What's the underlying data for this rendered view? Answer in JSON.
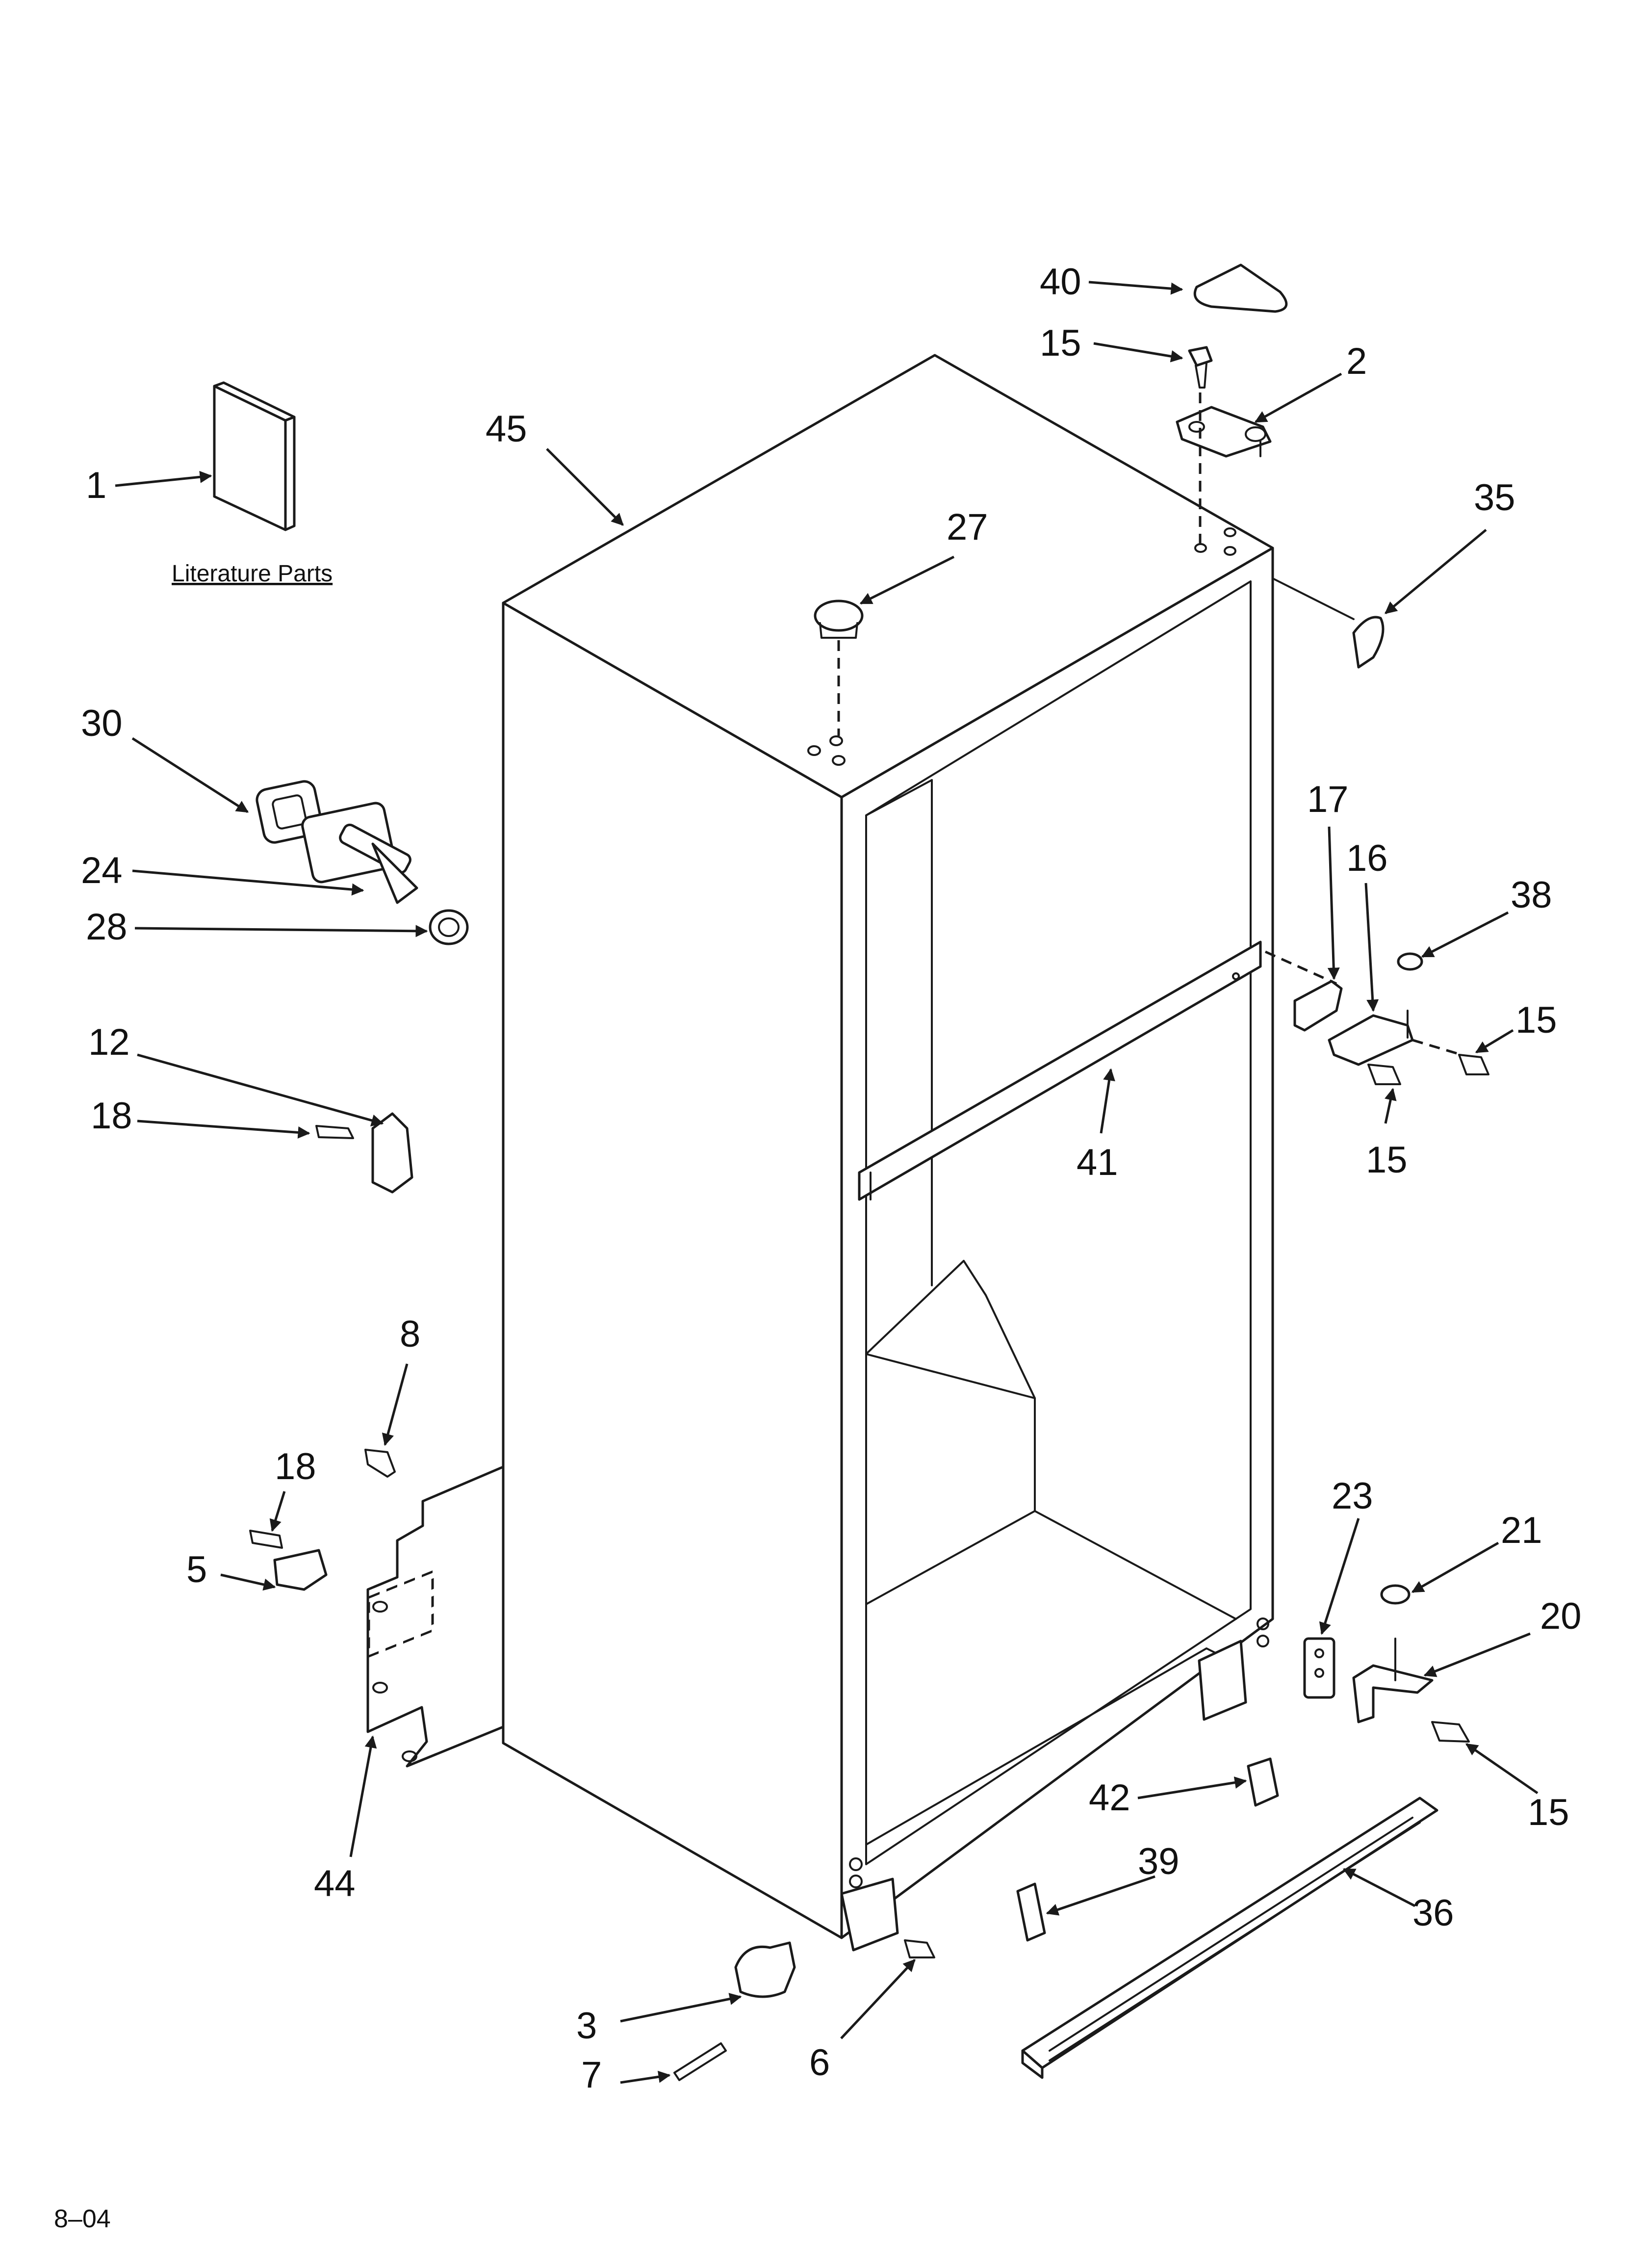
{
  "literature_label": "Literature Parts",
  "page_code": "8–04",
  "callouts": {
    "c1": "1",
    "c2": "2",
    "c3": "3",
    "c5": "5",
    "c6": "6",
    "c7": "7",
    "c8": "8",
    "c12": "12",
    "c15a": "15",
    "c15b": "15",
    "c15c": "15",
    "c15d": "15",
    "c16": "16",
    "c17": "17",
    "c18a": "18",
    "c18b": "18",
    "c20": "20",
    "c21": "21",
    "c23": "23",
    "c24": "24",
    "c27": "27",
    "c28": "28",
    "c30": "30",
    "c35": "35",
    "c36": "36",
    "c38": "38",
    "c39": "39",
    "c40": "40",
    "c41": "41",
    "c42": "42",
    "c44": "44",
    "c45": "45"
  },
  "colors": {
    "line": "#1a1a1a",
    "background": "#ffffff"
  }
}
